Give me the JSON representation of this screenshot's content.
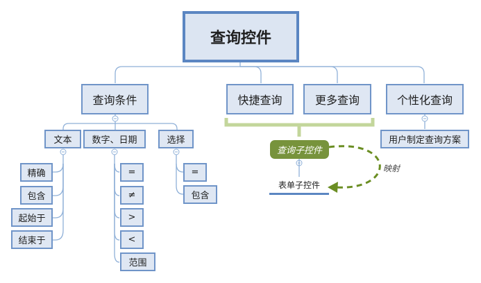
{
  "root": "查询控件",
  "branches": {
    "query_condition": "查询条件",
    "quick_query": "快捷查询",
    "more_query": "更多查询",
    "personalized_query": "个性化查询"
  },
  "condition_types": {
    "text": "文本",
    "number_date": "数字、日期",
    "select": "选择"
  },
  "text_ops": [
    "精确",
    "包含",
    "起始于",
    "结束于"
  ],
  "number_ops": [
    "=",
    "≠",
    ">",
    "<",
    "范围"
  ],
  "select_ops": [
    "=",
    "包含"
  ],
  "personalized_child": "用户制定查询方案",
  "summary_topic": "查询子控件",
  "summary_child": "表单子控件",
  "relation_label": "映射",
  "colors": {
    "box_fill": "#dfe7f3",
    "box_border": "#6f94c8",
    "connector": "#8fb0d8",
    "summary_bracket": "#c3d69b",
    "float_fill": "#77933c",
    "relation_arrow": "#6b8e23"
  }
}
